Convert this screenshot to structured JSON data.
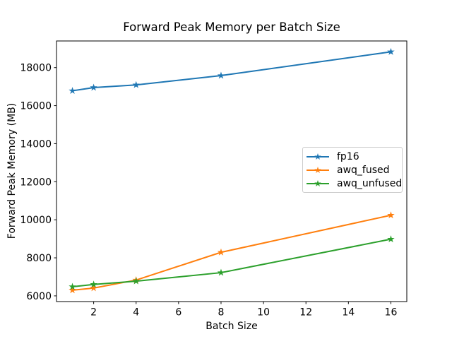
{
  "figure": {
    "background": "#ffffff",
    "text_color": "#000000",
    "spine_color": "#000000"
  },
  "chart_data": {
    "type": "line",
    "title": "Forward Peak Memory per Batch Size",
    "xlabel": "Batch Size",
    "ylabel": "Forward Peak Memory (MB)",
    "x": [
      1,
      2,
      4,
      8,
      16
    ],
    "series": [
      {
        "name": "fp16",
        "color": "#1f77b4",
        "marker": "star",
        "values": [
          16780,
          16950,
          17090,
          17580,
          18830
        ]
      },
      {
        "name": "awq_fused",
        "color": "#ff7f0e",
        "marker": "star",
        "values": [
          6300,
          6410,
          6830,
          8290,
          10240
        ]
      },
      {
        "name": "awq_unfused",
        "color": "#2ca02c",
        "marker": "star",
        "values": [
          6480,
          6600,
          6770,
          7220,
          8980
        ]
      }
    ],
    "xlim": [
      0.25,
      16.75
    ],
    "ylim": [
      5700,
      19400
    ],
    "xticks": [
      2,
      4,
      6,
      8,
      10,
      12,
      14,
      16
    ],
    "yticks": [
      6000,
      8000,
      10000,
      12000,
      14000,
      16000,
      18000
    ],
    "grid": false,
    "legend_position": "center-right"
  }
}
